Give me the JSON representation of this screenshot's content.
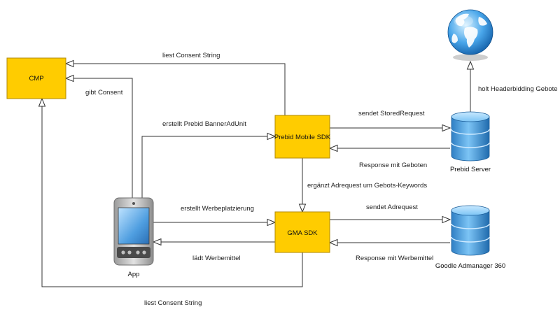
{
  "nodes": {
    "cmp": {
      "label": "CMP"
    },
    "prebid_sdk": {
      "label": "Prebid Mobile SDK"
    },
    "gma_sdk": {
      "label": "GMA SDK"
    },
    "app": {
      "label": "App"
    },
    "prebid_server": {
      "label": "Prebid Server"
    },
    "admanager": {
      "label": "Goodle Admanager 360"
    },
    "internet": {
      "label": ""
    }
  },
  "edges": {
    "prebid_to_cmp": "liest Consent String",
    "app_to_cmp": "gibt Consent",
    "app_to_prebid": "erstellt Prebid BannerAdUnit",
    "prebid_to_server": "sendet StoredRequest",
    "server_to_prebid": "Response mit Geboten",
    "server_to_internet": "holt Headerbidding Gebote",
    "prebid_to_gma": "ergänzt Adrequest um Gebots-Keywords",
    "app_to_gma": "erstellt Werbeplatzierung",
    "gma_to_app": "lädt Werbemittel",
    "gma_to_admanager": "sendet Adrequest",
    "admanager_to_gma": "Response mit Werbemittel",
    "gma_to_cmp": "liest Consent String"
  },
  "colors": {
    "box_fill": "#FFCC00",
    "box_stroke": "#B08A00",
    "edge": "#333333",
    "db_fill": "#5AA9E6",
    "globe_fill": "#3A9BE0"
  }
}
